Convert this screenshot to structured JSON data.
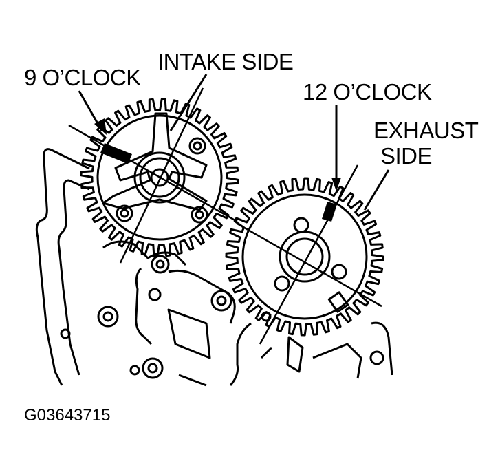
{
  "labels": {
    "nine_oclock": "9 O’CLOCK",
    "intake_side": "INTAKE SIDE",
    "twelve_oclock": "12 O’CLOCK",
    "exhaust_line1": "EXHAUST",
    "exhaust_line2": "SIDE"
  },
  "figure_code": "G03643715",
  "colors": {
    "ink": "#000000",
    "background": "#ffffff"
  }
}
